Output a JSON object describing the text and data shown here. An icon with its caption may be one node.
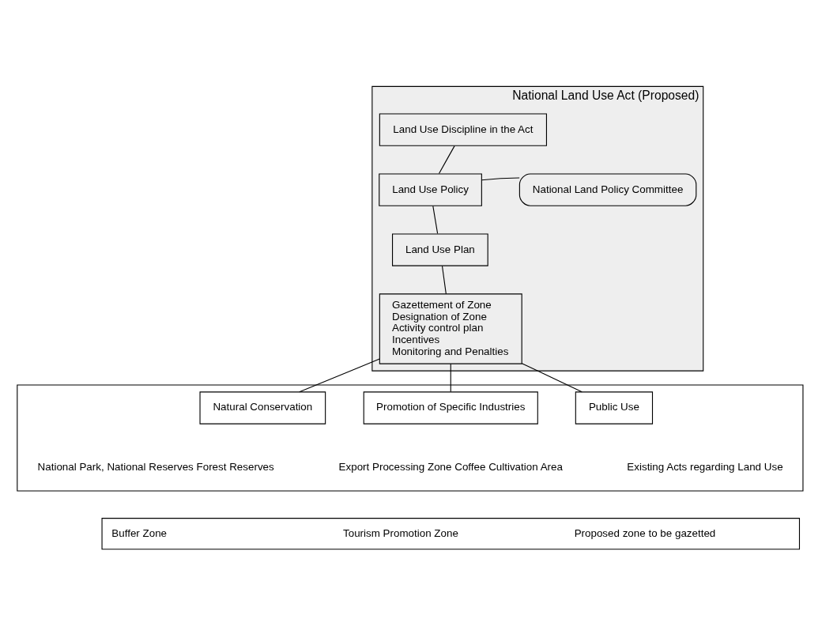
{
  "diagram": {
    "nodes": [
      {
        "text": [
          "National Land Use Act (Proposed)"
        ]
      },
      {
        "text": [
          "Land Use Discipline in the Act"
        ],
        "in": 0
      },
      {
        "text": [
          "Land Use Policy"
        ],
        "in": 0
      },
      {
        "text": [
          "National Land Policy Committee"
        ],
        "in": 0
      },
      {
        "text": [
          "Land Use Plan"
        ],
        "in": 0
      },
      {
        "text": [
          "Gazettement of Zone",
          "Designation of Zone",
          "Activity control plan",
          "Incentives",
          "Monitoring and Penalties"
        ],
        "in": 0
      },
      {
        "text": [],
        "shape": "box"
      },
      {
        "text": [
          "Natural Conservation"
        ],
        "in": 6,
        "beside": [
          "National Park, National Reserves Forest Reserves"
        ]
      },
      {
        "text": [
          "Promotion of Specific Industries"
        ],
        "in": 6,
        "beside": [
          "Export Processing Zone Coffee Cultivation Area"
        ]
      },
      {
        "text": [
          "Public Use"
        ],
        "in": 6,
        "beside": [
          "Existing Acts regarding Land Use"
        ]
      },
      {
        "text": [
          "Buffer Zone",
          "Tourism Promotion Zone",
          "Proposed zone to be gazetted"
        ]
      }
    ],
    "edges": [
      {
        "from": 1,
        "to": 2,
        "arrow": "none"
      },
      {
        "from": 2,
        "to": 3,
        "arrow": "none"
      },
      {
        "from": 2,
        "to": 4,
        "arrow": "none"
      },
      {
        "from": 4,
        "to": 5,
        "arrow": "none"
      },
      {
        "from": 5,
        "to": 7,
        "arrow": "none"
      },
      {
        "from": 5,
        "to": 8,
        "arrow": "none"
      },
      {
        "from": 5,
        "to": 9,
        "arrow": "none"
      }
    ]
  }
}
